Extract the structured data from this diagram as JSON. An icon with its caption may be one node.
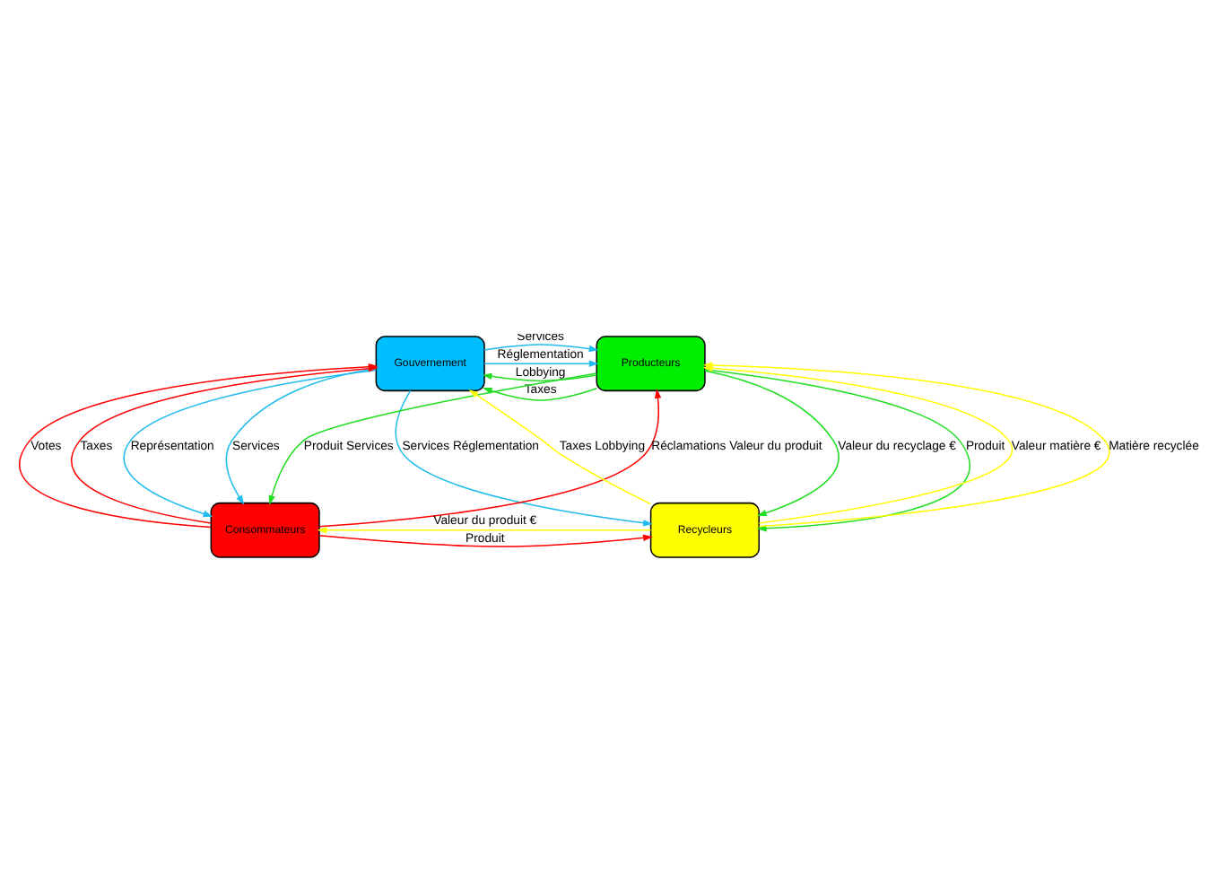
{
  "diagram": {
    "nodes": [
      {
        "text": [
          "Gouvernement"
        ]
      },
      {
        "text": [
          "Producteurs"
        ]
      },
      {
        "text": [
          "Consommateurs"
        ]
      },
      {
        "text": [
          "Recycleurs"
        ]
      }
    ],
    "edges": [
      {
        "from": 0,
        "to": 1,
        "arrow": "to",
        "label": "Services",
        "color": "#22bbee"
      },
      {
        "from": 0,
        "to": 1,
        "arrow": "to",
        "label": "Réglementation",
        "color": "#22bbee"
      },
      {
        "from": 1,
        "to": 0,
        "arrow": "to",
        "label": "Lobbying",
        "color": "#22dd22"
      },
      {
        "from": 1,
        "to": 0,
        "arrow": "to",
        "label": "Taxes",
        "color": "#22dd22"
      },
      {
        "from": 2,
        "to": 0,
        "arrow": "to",
        "label": "Votes",
        "color": "#ff0000"
      },
      {
        "from": 2,
        "to": 0,
        "arrow": "to",
        "label": "Taxes",
        "color": "#ff0000"
      },
      {
        "from": 0,
        "to": 2,
        "arrow": "to",
        "label": "Représentation",
        "color": "#22bbee"
      },
      {
        "from": 0,
        "to": 2,
        "arrow": "to",
        "label": "Services",
        "color": "#22bbee"
      },
      {
        "from": 3,
        "to": 0,
        "arrow": "to",
        "label": "Taxes Lobbying",
        "color": "#ffff00"
      },
      {
        "from": 2,
        "to": 1,
        "arrow": "to",
        "label": "Réclamations Valeur du produit",
        "color": "#ff0000"
      },
      {
        "from": 1,
        "to": 2,
        "arrow": "to",
        "label": "Produit Services",
        "color": "#22dd22"
      },
      {
        "from": 0,
        "to": 3,
        "arrow": "to",
        "label": "Services Réglementation",
        "color": "#22bbee"
      },
      {
        "from": 1,
        "to": 3,
        "arrow": "to",
        "label": "Valeur du recyclage €",
        "color": "#22dd22"
      },
      {
        "from": 1,
        "to": 3,
        "arrow": "to",
        "label": "Produit",
        "color": "#22dd22"
      },
      {
        "from": 3,
        "to": 1,
        "arrow": "to",
        "label": "Valeur matière €",
        "color": "#ffff00"
      },
      {
        "from": 3,
        "to": 1,
        "arrow": "to",
        "label": "Matière recyclée",
        "color": "#ffff00"
      },
      {
        "from": 2,
        "to": 3,
        "arrow": "to",
        "label": "Produit",
        "color": "#ff0000"
      },
      {
        "from": 3,
        "to": 2,
        "arrow": "to",
        "label": "Valeur du produit €",
        "color": "#ffff00"
      }
    ]
  }
}
